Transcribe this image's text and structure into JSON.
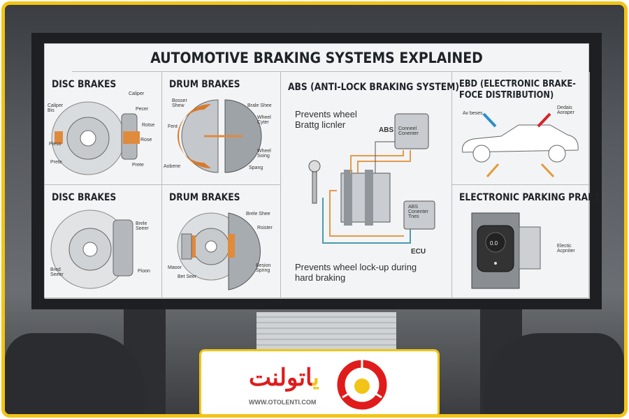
{
  "title": "AUTOMOTIVE BRAKING SYSTEMS EXPLAINED",
  "panels": {
    "disc1": {
      "heading": "DISC BRAKES",
      "labels": [
        "Caliper",
        "Caliper Bis",
        "Pecer",
        "Rotse",
        "Rose",
        "Pieso",
        "Prete",
        "Prete"
      ]
    },
    "drum1": {
      "heading": "DRUM BRAKES",
      "labels": [
        "Bosser Shew",
        "Fent",
        "Aobene",
        "Brale Shee",
        "Wheel Cyter",
        "Wheel Soing",
        "Spang"
      ]
    },
    "disc2": {
      "heading": "DISC BRAKES",
      "labels": [
        "Brele Seeer",
        "Bred Seeer",
        "Pioon"
      ]
    },
    "drum2": {
      "heading": "DRUM BRAKES",
      "labels": [
        "Brele Shee",
        "Rsister",
        "Besion Spring",
        "Maoor",
        "Bet Seer"
      ]
    },
    "abs": {
      "heading": "ABS (ANTI-LOCK BRAKING SYSTEM)",
      "text_top": "Prevents wheel Brattg licnler",
      "abs_label": "ABS",
      "module_label": "Conneel Conenter",
      "ecu_box": "ABS Conenter Tnes",
      "ecu_label": "ECU",
      "text_bottom": "Prevents wheel lock-up during hard braking"
    },
    "ebd": {
      "heading": "EBD (ELECTRONIC BRAKE-FOCE DISTRIBUTION)",
      "labels": [
        "Av beses",
        "Dedais Aoraper"
      ],
      "colors": {
        "blue": "#2a8fc9",
        "red": "#d8202a",
        "orange": "#e59a3a"
      }
    },
    "epb": {
      "heading": "ELECTRONIC PARKING PRAKE",
      "switch_text": "0.0",
      "labels": [
        "Electic Acpniter"
      ]
    }
  },
  "logo": {
    "arabic_main": "اتولنت",
    "arabic_accent": "ی",
    "url": "WWW.OTOLENTI.COM",
    "colors": {
      "red": "#e01b1b",
      "yellow": "#f2c417"
    }
  }
}
